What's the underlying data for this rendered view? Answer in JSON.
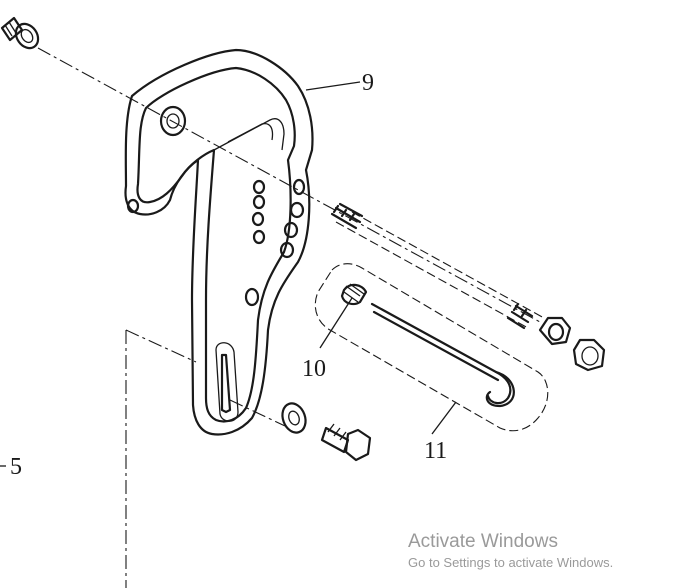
{
  "callouts": {
    "part_9": "9",
    "part_10": "10",
    "part_11": "11",
    "part_5": "5"
  },
  "watermark": {
    "title": "Activate Windows",
    "subtitle": "Go to Settings to activate Windows."
  }
}
